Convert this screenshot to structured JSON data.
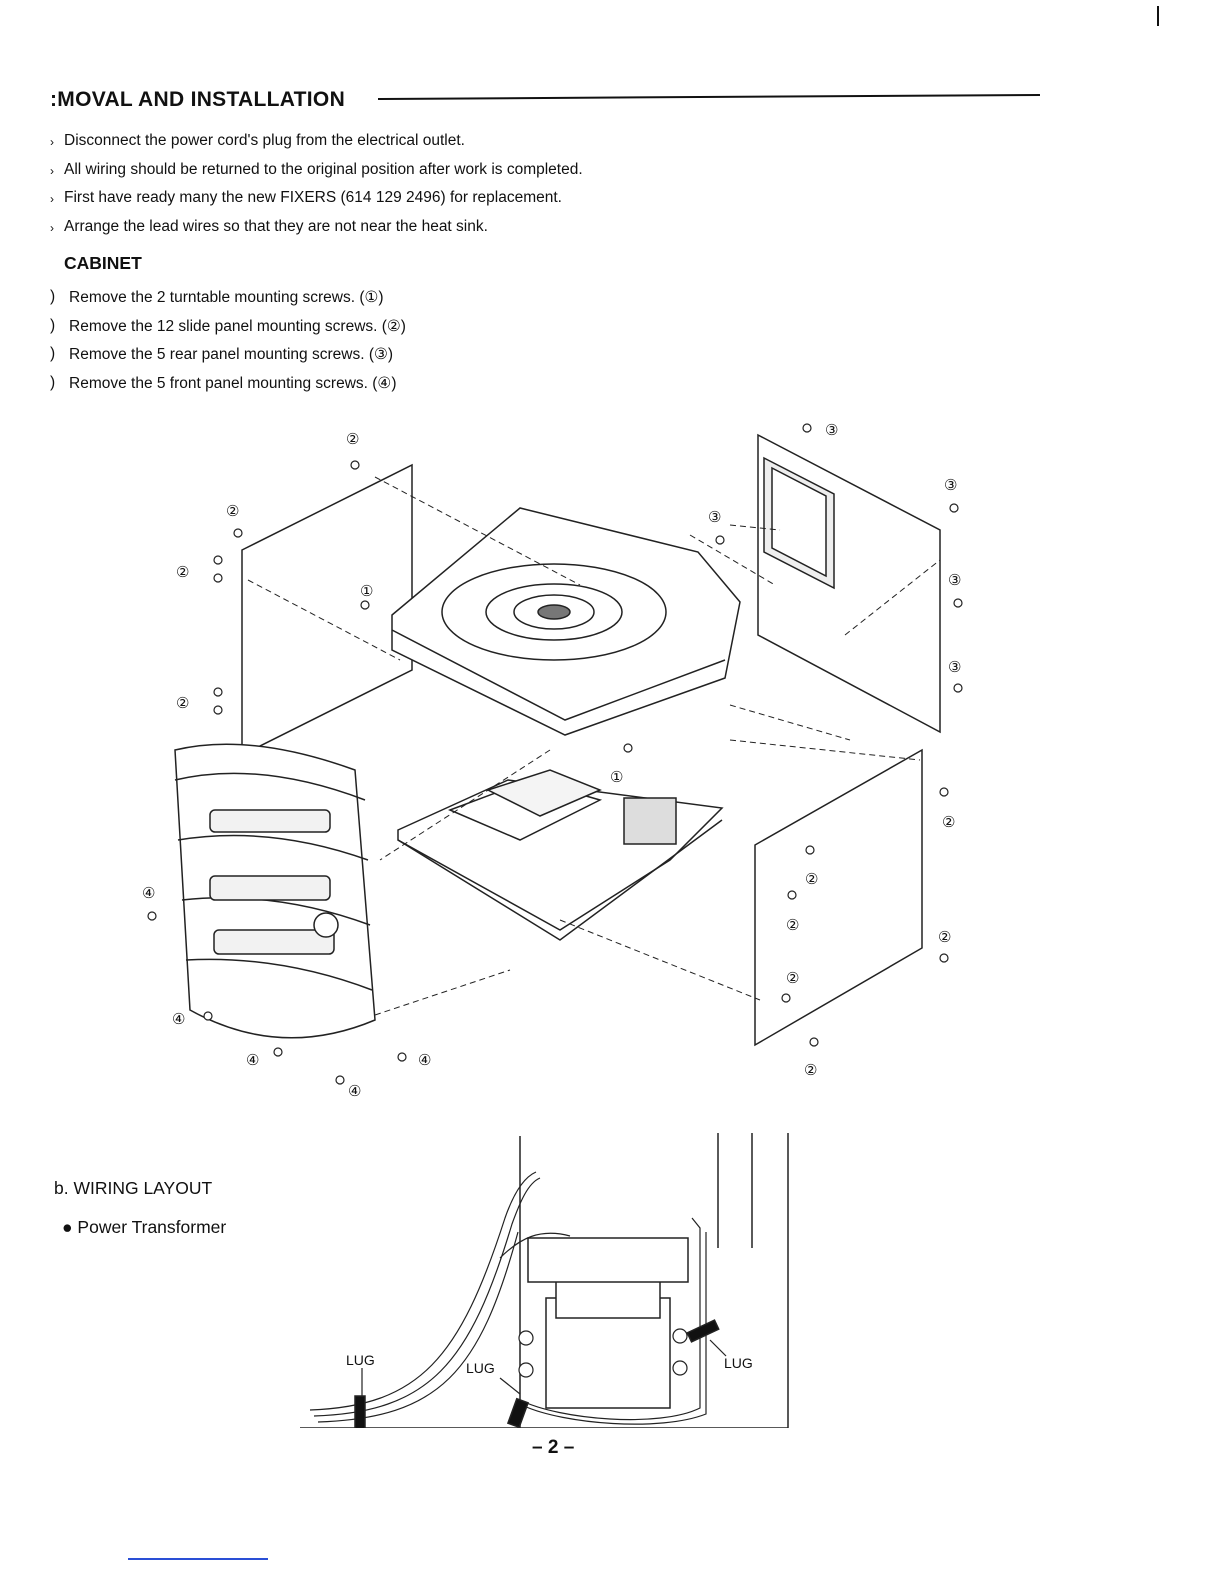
{
  "header": {
    "title": ":MOVAL AND INSTALLATION"
  },
  "precautions": [
    "Disconnect the power cord's plug from the electrical outlet.",
    "All wiring should be returned to the original position after work is completed.",
    "First have ready many the new FIXERS (614 129 2496) for replacement.",
    "Arrange the lead wires so that they are not near the heat sink."
  ],
  "cabinet": {
    "heading": "CABINET",
    "steps": [
      "Remove the 2 turntable mounting screws. (①)",
      "Remove the 12 slide panel mounting screws. (②)",
      "Remove the 5 rear panel mounting screws. (③)",
      "Remove the 5 front panel mounting screws. (④)"
    ]
  },
  "exploded_view": {
    "callouts": {
      "one": "①",
      "two": "②",
      "three": "③",
      "four": "④"
    }
  },
  "wiring": {
    "heading": "b.  WIRING LAYOUT",
    "subheading": "●  Power Transformer",
    "lug_labels": [
      "LUG",
      "LUG",
      "LUG"
    ]
  },
  "footer": {
    "page_number": "– 2 –"
  }
}
